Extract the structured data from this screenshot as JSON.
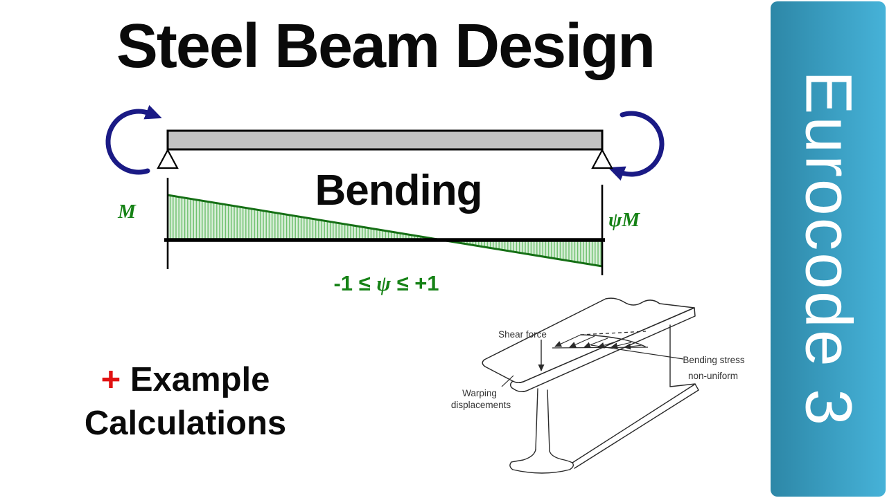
{
  "title": "Steel Beam Design",
  "diagram": {
    "heading": "Bending",
    "left_moment": "M",
    "psi": "ψ",
    "right_moment_m": "M",
    "psi_range_prefix": "-1 ≤ ",
    "psi_range_suffix": " ≤ +1"
  },
  "footer": {
    "plus": "+",
    "line1": " Example",
    "line2": "Calculations"
  },
  "ibeam_labels": {
    "shear": "Shear force",
    "bending_line1": "Bending stress",
    "bending_line2": "non-uniform",
    "warping_line1": "Warping",
    "warping_line2": "displacements"
  },
  "sidebar": {
    "label": "Eurocode 3"
  },
  "colors": {
    "navy": "#1a1a85",
    "green_line": "#156f15",
    "green_text": "#168216",
    "hatch_fill": "#d8eed8",
    "hatch_line": "#6abf6a",
    "beam_fill": "#c3c3c3",
    "plus_red": "#e11212",
    "sidebar_left": "#2d87a7",
    "sidebar_right": "#46b2d8",
    "label_gray": "#333333"
  }
}
